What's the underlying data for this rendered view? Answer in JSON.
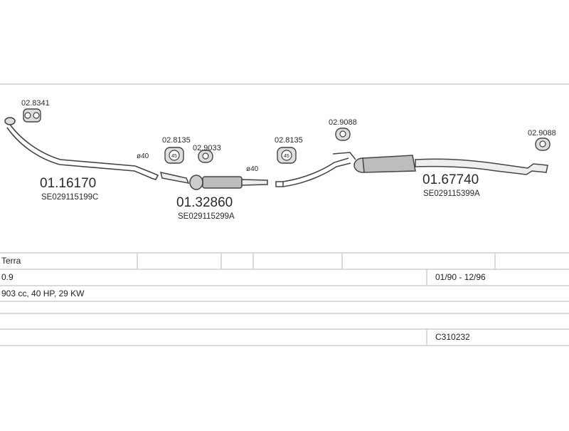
{
  "parts": {
    "clamp_front": "02.8341",
    "front_pipe": {
      "code": "01.16170",
      "ref": "SE029115199C",
      "diameter": "ø40"
    },
    "clamp_middle": "02.8135",
    "hanger_middle": "02.9033",
    "middle_silencer": {
      "code": "01.32860",
      "ref": "SE029115299A",
      "diameter": "ø40"
    },
    "clamp_rear": "02.8135",
    "hanger_rear_1": "02.9088",
    "hanger_rear_2": "02.9088",
    "rear_silencer": {
      "code": "01.67740",
      "ref": "SE029115399A"
    }
  },
  "vehicle_table": {
    "model": "Terra",
    "engine": "0.9",
    "years": "01/90 - 12/96",
    "power": "903 cc, 40 HP, 29 KW",
    "catalog_number": "C310232"
  },
  "colors": {
    "line": "#444444",
    "grid": "#cfcfcf",
    "fill": "#bdbdbd"
  }
}
